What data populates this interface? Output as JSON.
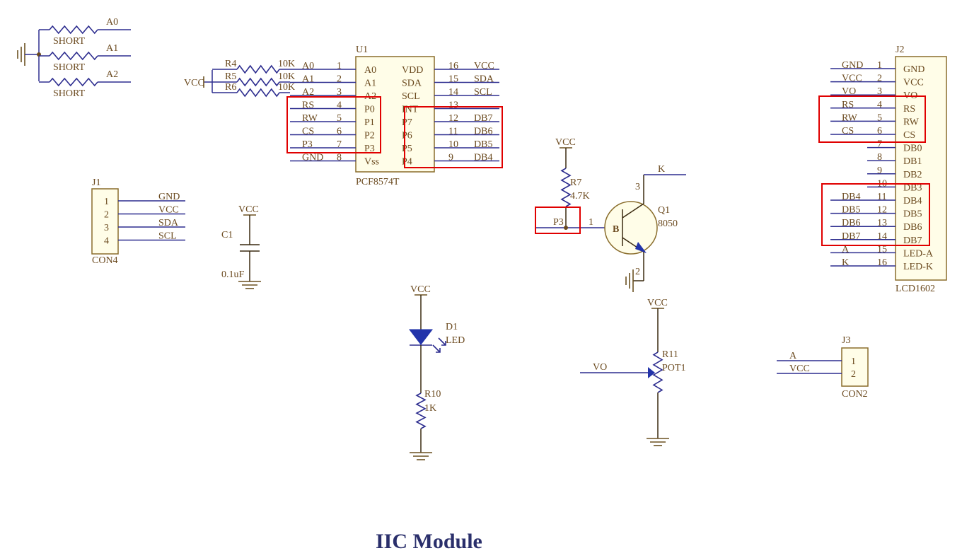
{
  "title": "IIC Module",
  "address_jumpers": {
    "label": "SHORT",
    "nets": [
      "A0",
      "A1",
      "A2"
    ]
  },
  "u1": {
    "ref": "U1",
    "part": "PCF8574T",
    "left_pins": [
      {
        "num": "1",
        "name": "A0",
        "net": "A0"
      },
      {
        "num": "2",
        "name": "A1",
        "net": "A1"
      },
      {
        "num": "3",
        "name": "A2",
        "net": "A2"
      },
      {
        "num": "4",
        "name": "P0",
        "net": "RS"
      },
      {
        "num": "5",
        "name": "P1",
        "net": "RW"
      },
      {
        "num": "6",
        "name": "P2",
        "net": "CS"
      },
      {
        "num": "7",
        "name": "P3",
        "net": "P3"
      },
      {
        "num": "8",
        "name": "Vss",
        "net": "GND"
      }
    ],
    "right_pins": [
      {
        "num": "16",
        "name": "VDD",
        "net": "VCC"
      },
      {
        "num": "15",
        "name": "SDA",
        "net": "SDA"
      },
      {
        "num": "14",
        "name": "SCL",
        "net": "SCL"
      },
      {
        "num": "13",
        "name": "INT",
        "net": ""
      },
      {
        "num": "12",
        "name": "P7",
        "net": "DB7"
      },
      {
        "num": "11",
        "name": "P6",
        "net": "DB6"
      },
      {
        "num": "10",
        "name": "P5",
        "net": "DB5"
      },
      {
        "num": "9",
        "name": "P4",
        "net": "DB4"
      }
    ],
    "pullups": {
      "vcc": "VCC",
      "refs": [
        "R4",
        "R5",
        "R6"
      ],
      "value": "10K"
    }
  },
  "j1": {
    "ref": "J1",
    "part": "CON4",
    "pins": [
      {
        "num": "1",
        "net": "GND"
      },
      {
        "num": "2",
        "net": "VCC"
      },
      {
        "num": "3",
        "net": "SDA"
      },
      {
        "num": "4",
        "net": "SCL"
      }
    ]
  },
  "c1": {
    "ref": "C1",
    "value": "0.1uF",
    "vcc": "VCC"
  },
  "d1": {
    "ref": "D1",
    "value": "LED",
    "vcc": "VCC"
  },
  "r10": {
    "ref": "R10",
    "value": "1K"
  },
  "r7": {
    "ref": "R7",
    "value": "4.7K",
    "vcc": "VCC"
  },
  "q1": {
    "ref": "Q1",
    "value": "8050",
    "base_label": "B",
    "input_net": "P3",
    "base_pin": "1",
    "collector_pin": "3",
    "emitter_pin": "2",
    "collector_net": "K"
  },
  "r11": {
    "ref": "R11",
    "value": "POT1",
    "vcc": "VCC",
    "wiper_net": "VO"
  },
  "j3": {
    "ref": "J3",
    "part": "CON2",
    "pins": [
      {
        "num": "1",
        "net": "A"
      },
      {
        "num": "2",
        "net": "VCC"
      }
    ]
  },
  "j2": {
    "ref": "J2",
    "part": "LCD1602",
    "pins": [
      {
        "num": "1",
        "name": "GND",
        "net": "GND"
      },
      {
        "num": "2",
        "name": "VCC",
        "net": "VCC"
      },
      {
        "num": "3",
        "name": "VO",
        "net": "VO"
      },
      {
        "num": "4",
        "name": "RS",
        "net": "RS"
      },
      {
        "num": "5",
        "name": "RW",
        "net": "RW"
      },
      {
        "num": "6",
        "name": "CS",
        "net": "CS"
      },
      {
        "num": "7",
        "name": "DB0",
        "net": ""
      },
      {
        "num": "8",
        "name": "DB1",
        "net": ""
      },
      {
        "num": "9",
        "name": "DB2",
        "net": ""
      },
      {
        "num": "10",
        "name": "DB3",
        "net": ""
      },
      {
        "num": "11",
        "name": "DB4",
        "net": "DB4"
      },
      {
        "num": "12",
        "name": "DB5",
        "net": "DB5"
      },
      {
        "num": "13",
        "name": "DB6",
        "net": "DB6"
      },
      {
        "num": "14",
        "name": "DB7",
        "net": "DB7"
      },
      {
        "num": "15",
        "name": "LED-A",
        "net": "A"
      },
      {
        "num": "16",
        "name": "LED-K",
        "net": "K"
      }
    ]
  },
  "colors": {
    "wire": "#2d2d8f",
    "label": "#6b4a1f",
    "body_fill": "#fffde8",
    "highlight": "#e00000",
    "title": "#2a2f6b"
  }
}
